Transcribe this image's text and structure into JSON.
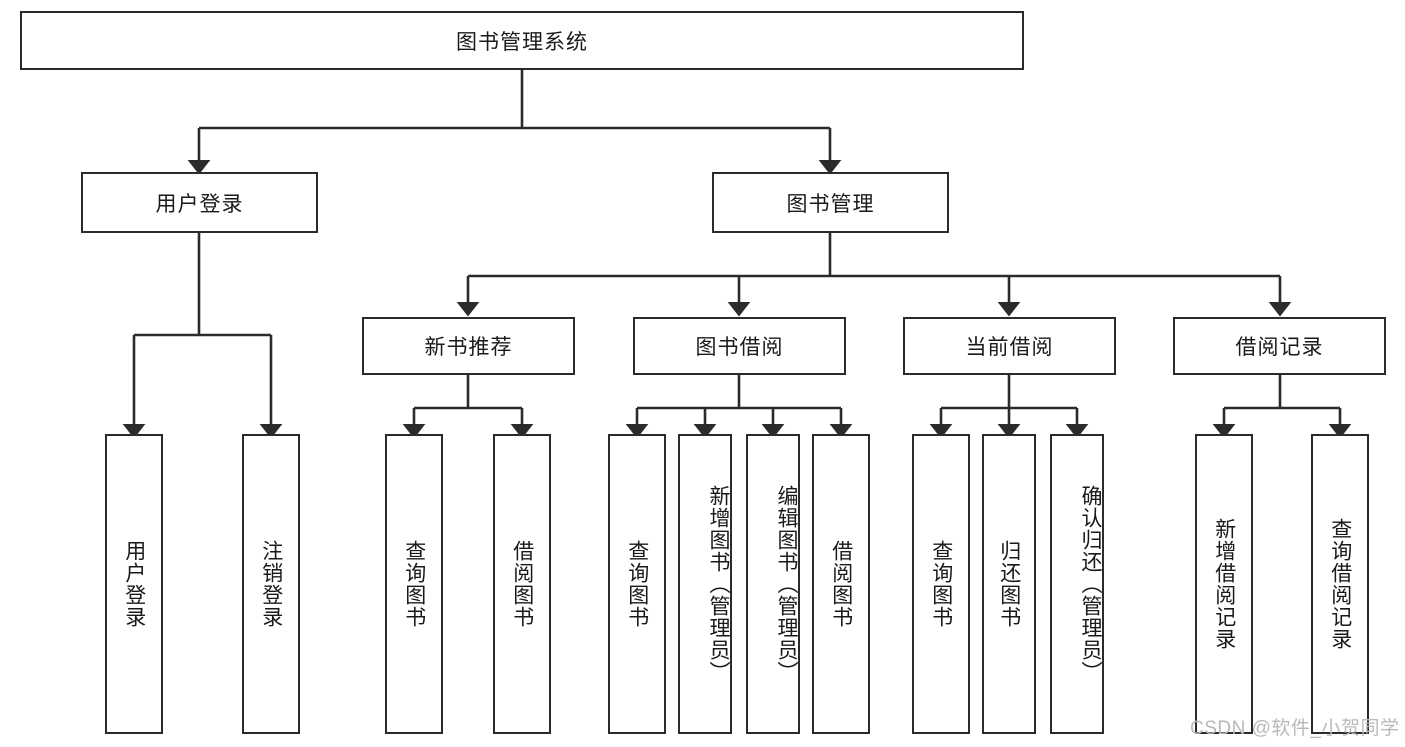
{
  "diagram": {
    "type": "tree",
    "title_node": {
      "id": "root",
      "label": "图书管理系统"
    },
    "level2": [
      {
        "id": "login",
        "label": "用户登录"
      },
      {
        "id": "bookmgmt",
        "label": "图书管理"
      }
    ],
    "level3": [
      {
        "id": "newbook",
        "label": "新书推荐",
        "parent": "bookmgmt"
      },
      {
        "id": "borrow",
        "label": "图书借阅",
        "parent": "bookmgmt"
      },
      {
        "id": "current",
        "label": "当前借阅",
        "parent": "bookmgmt"
      },
      {
        "id": "records",
        "label": "借阅记录",
        "parent": "bookmgmt"
      }
    ],
    "leaves": {
      "login": [
        {
          "id": "user-login",
          "label": "用户登录"
        },
        {
          "id": "user-logout",
          "label": "注销登录"
        }
      ],
      "newbook": [
        {
          "id": "query-book-1",
          "label": "查询图书"
        },
        {
          "id": "borrow-book-1",
          "label": "借阅图书"
        }
      ],
      "borrow": [
        {
          "id": "query-book-2",
          "label": "查询图书"
        },
        {
          "id": "add-book",
          "label": "新增图书（管理员）"
        },
        {
          "id": "edit-book",
          "label": "编辑图书（管理员）"
        },
        {
          "id": "borrow-book-2",
          "label": "借阅图书"
        }
      ],
      "current": [
        {
          "id": "query-book-3",
          "label": "查询图书"
        },
        {
          "id": "return-book",
          "label": "归还图书"
        },
        {
          "id": "confirm-return",
          "label": "确认归还（管理员）"
        }
      ],
      "records": [
        {
          "id": "add-record",
          "label": "新增借阅记录"
        },
        {
          "id": "query-record",
          "label": "查询借阅记录"
        }
      ]
    }
  },
  "watermark": {
    "text": "CSDN @软件_小贺同学"
  },
  "colors": {
    "stroke": "#2b2b2b",
    "fill": "#ffffff",
    "text": "#1a1a1a",
    "watermark": "#b9b9b9"
  }
}
